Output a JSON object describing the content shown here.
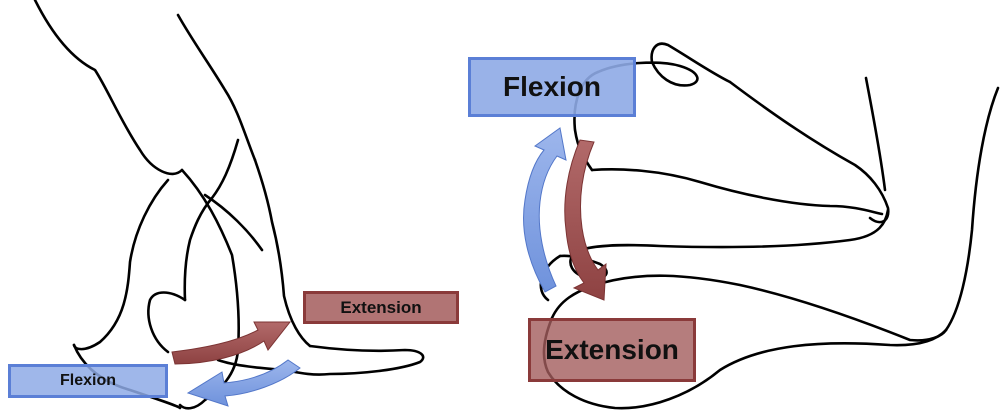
{
  "labels": {
    "left_extension": "Extension",
    "left_flexion": "Flexion",
    "right_flexion": "Flexion",
    "right_extension": "Extension"
  },
  "colors": {
    "flexion_fill": "#8eaae6",
    "flexion_stroke": "#5b7fd6",
    "extension_fill": "#a35c5c",
    "extension_stroke": "#8a3a3a",
    "outline": "#000000"
  },
  "icons": {
    "left": "foot-outline-icon",
    "right": "hand-wrist-outline-icon"
  }
}
